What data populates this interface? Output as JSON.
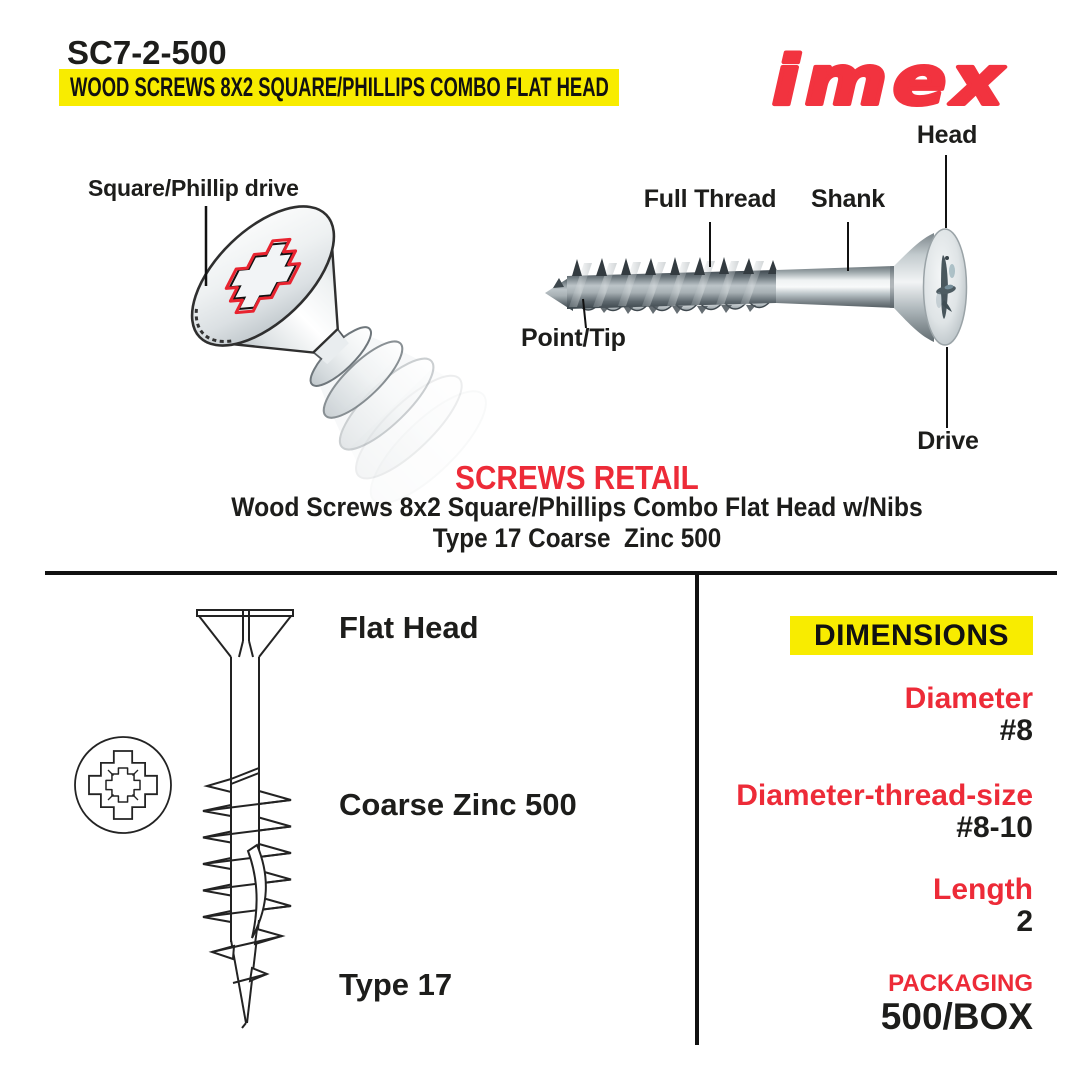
{
  "colors": {
    "accent_red": "#ED2B38",
    "logo_red": "#F2333F",
    "highlight_yellow": "#F8EC00",
    "ink": "#1D1D1B"
  },
  "header": {
    "sku": "SC7-2-500",
    "title_banner": "WOOD SCREWS 8X2 SQUARE/PHILLIPS COMBO FLAT HEAD",
    "brand": "imex"
  },
  "anatomy": {
    "drive_callout": "Square/Phillip drive",
    "full_thread": "Full Thread",
    "shank": "Shank",
    "head": "Head",
    "point_tip": "Point/Tip",
    "drive": "Drive"
  },
  "summary": {
    "heading": "SCREWS RETAIL",
    "line1": "Wood Screws 8x2 Square/Phillips Combo Flat Head w/Nibs",
    "line2": "Type 17 Coarse  Zinc 500"
  },
  "features": {
    "head_type": "Flat Head",
    "thread_finish": "Coarse Zinc 500",
    "point_type": "Type 17"
  },
  "dimensions": {
    "heading": "DIMENSIONS",
    "items": [
      {
        "label": "Diameter",
        "value": "#8"
      },
      {
        "label": "Diameter-thread-size",
        "value": "#8-10"
      },
      {
        "label": "Length",
        "value": "2"
      },
      {
        "label": "PACKAGING",
        "value": "500/BOX"
      }
    ]
  }
}
